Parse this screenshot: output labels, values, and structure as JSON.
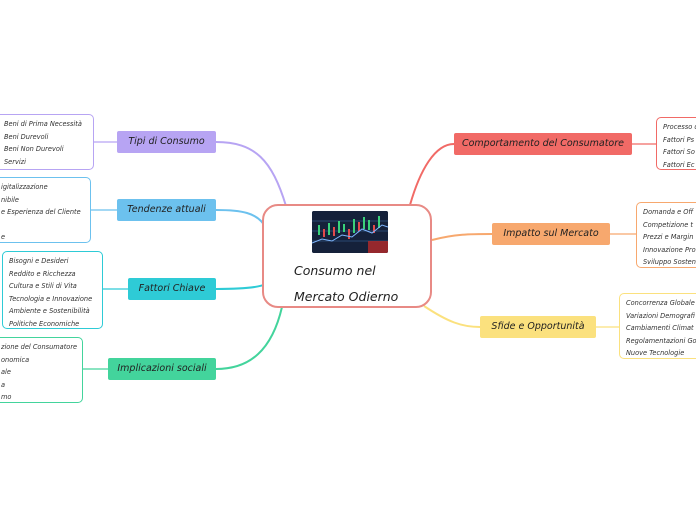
{
  "center": {
    "title_line1": "Consumo nel",
    "title_line2": "Mercato Odierno",
    "image_name": "stock-chart-photo"
  },
  "right": [
    {
      "title": "Comportamento del Consumatore",
      "color": "#f16a66",
      "items": [
        "Processo d",
        "Fattori Ps",
        "Fattori So",
        "Fattori Ec"
      ]
    },
    {
      "title": "Impatto sul Mercato",
      "color": "#f7a86e",
      "items": [
        "Domanda e Off",
        "Competizione t",
        "Prezzi e Margin",
        "Innovazione Pro",
        "Sviluppo Sosten"
      ]
    },
    {
      "title": "Sfide e Opportunità",
      "color": "#fbe17e",
      "items": [
        "Concorrenza Globale",
        "Variazioni Demografi",
        "Cambiamenti Climat",
        "Regolamentazioni Go",
        "Nuove Tecnologie"
      ]
    }
  ],
  "left": [
    {
      "title": "Tipi di Consumo",
      "color": "#b7a4f3",
      "items": [
        "Beni di Prima Necessità",
        "Beni Durevoli",
        "Beni Non Durevoli",
        "Servizi"
      ]
    },
    {
      "title": "Tendenze attuali",
      "color": "#6cc1ee",
      "items": [
        "igitalizzazione",
        "nibile",
        "e Esperienza del Cliente",
        "",
        "e"
      ]
    },
    {
      "title": "Fattori Chiave",
      "color": "#2ecbd6",
      "items": [
        "Bisogni e Desideri",
        "Reddito e Ricchezza",
        "Cultura e Stili di Vita",
        "Tecnologia e Innovazione",
        "Ambiente e Sostenibilità",
        "Politiche Economiche"
      ]
    },
    {
      "title": "Implicazioni sociali",
      "color": "#43d49c",
      "items": [
        "zione del Consumatore",
        "onomica",
        "ale",
        "a",
        "mo"
      ]
    }
  ]
}
